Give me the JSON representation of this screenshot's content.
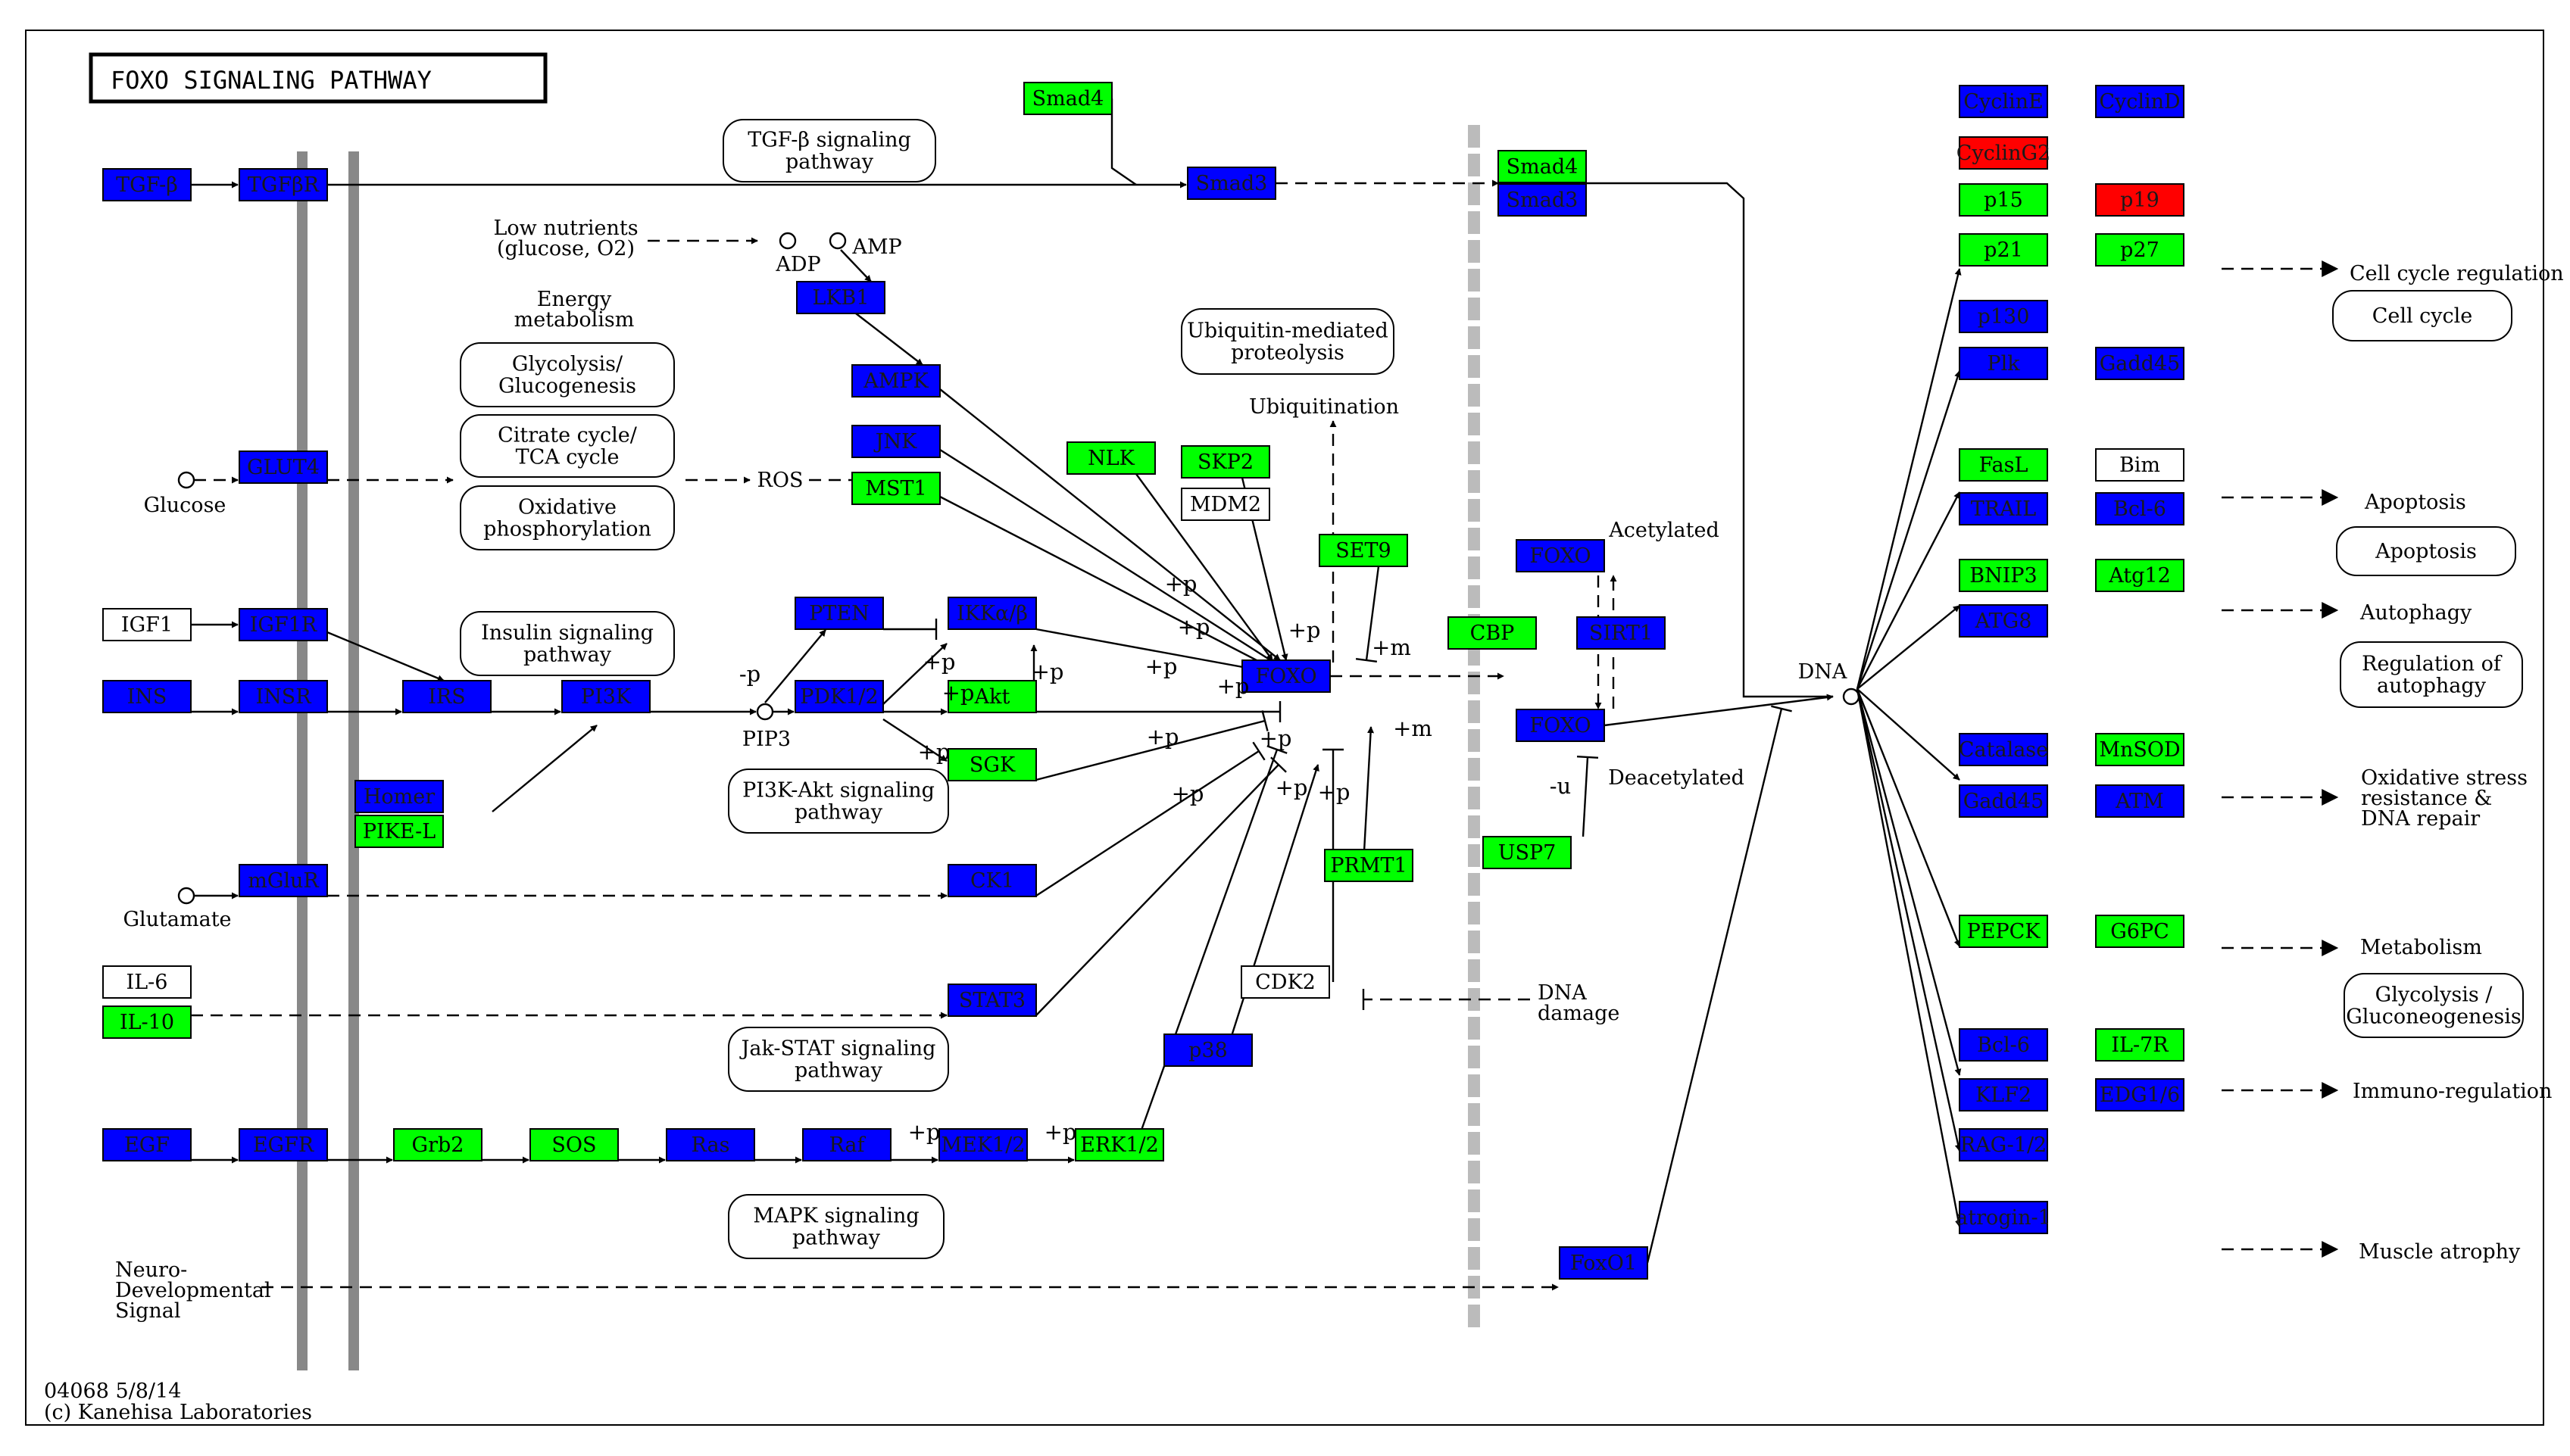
{
  "title": "FOXO SIGNALING PATHWAY",
  "footer": {
    "code": "04068 5/8/14",
    "copyright": "(c) Kanehisa Laboratories"
  },
  "colors": {
    "blue": "#0000ff",
    "green": "#00ff00",
    "red": "#ff0000",
    "white": "#ffffff",
    "membrane": "#888888",
    "nucmembrane": "#bbbbbb"
  },
  "nodes": [
    {
      "id": "tgfb",
      "label": "TGF-β",
      "color": "blue"
    },
    {
      "id": "tgfbr",
      "label": "TGFβR",
      "color": "blue"
    },
    {
      "id": "smad4a",
      "label": "Smad4",
      "color": "green"
    },
    {
      "id": "smad3a",
      "label": "Smad3",
      "color": "blue"
    },
    {
      "id": "smad4b",
      "label": "Smad4",
      "color": "green"
    },
    {
      "id": "smad3b",
      "label": "Smad3",
      "color": "blue"
    },
    {
      "id": "lkb1",
      "label": "LKB1",
      "color": "blue"
    },
    {
      "id": "ampk",
      "label": "AMPK",
      "color": "blue"
    },
    {
      "id": "jnk",
      "label": "JNK",
      "color": "blue"
    },
    {
      "id": "mst1",
      "label": "MST1",
      "color": "green"
    },
    {
      "id": "nlk",
      "label": "NLK",
      "color": "green"
    },
    {
      "id": "skp2",
      "label": "SKP2",
      "color": "green"
    },
    {
      "id": "mdm2",
      "label": "MDM2",
      "color": "white"
    },
    {
      "id": "set9",
      "label": "SET9",
      "color": "green"
    },
    {
      "id": "glut4",
      "label": "GLUT4",
      "color": "blue"
    },
    {
      "id": "igf1",
      "label": "IGF1",
      "color": "white"
    },
    {
      "id": "igf1r",
      "label": "IGF1R",
      "color": "blue"
    },
    {
      "id": "ins",
      "label": "INS",
      "color": "blue"
    },
    {
      "id": "insr",
      "label": "INSR",
      "color": "blue"
    },
    {
      "id": "irs",
      "label": "IRS",
      "color": "blue"
    },
    {
      "id": "pi3k",
      "label": "PI3K",
      "color": "blue"
    },
    {
      "id": "pten",
      "label": "PTEN",
      "color": "blue"
    },
    {
      "id": "pdk12",
      "label": "PDK1/2",
      "color": "blue"
    },
    {
      "id": "ikk",
      "label": "IKKα/β",
      "color": "blue"
    },
    {
      "id": "akt",
      "label": "Akt",
      "color": "green"
    },
    {
      "id": "sgk",
      "label": "SGK",
      "color": "green"
    },
    {
      "id": "foxo_main",
      "label": "FOXO",
      "color": "blue"
    },
    {
      "id": "homer",
      "label": "Homer",
      "color": "blue"
    },
    {
      "id": "pikel",
      "label": "PIKE-L",
      "color": "green"
    },
    {
      "id": "mglur",
      "label": "mGluR",
      "color": "blue"
    },
    {
      "id": "ck1",
      "label": "CK1",
      "color": "blue"
    },
    {
      "id": "il6",
      "label": "IL-6",
      "color": "white"
    },
    {
      "id": "il10",
      "label": "IL-10",
      "color": "green"
    },
    {
      "id": "stat3",
      "label": "STAT3",
      "color": "blue"
    },
    {
      "id": "p38",
      "label": "p38",
      "color": "blue"
    },
    {
      "id": "prmt1",
      "label": "PRMT1",
      "color": "green"
    },
    {
      "id": "cdk2",
      "label": "CDK2",
      "color": "white"
    },
    {
      "id": "egf",
      "label": "EGF",
      "color": "blue"
    },
    {
      "id": "egfr",
      "label": "EGFR",
      "color": "blue"
    },
    {
      "id": "grb2",
      "label": "Grb2",
      "color": "green"
    },
    {
      "id": "sos",
      "label": "SOS",
      "color": "green"
    },
    {
      "id": "ras",
      "label": "Ras",
      "color": "blue"
    },
    {
      "id": "raf",
      "label": "Raf",
      "color": "blue"
    },
    {
      "id": "mek12",
      "label": "MEK1/2",
      "color": "blue"
    },
    {
      "id": "erk12",
      "label": "ERK1/2",
      "color": "green"
    },
    {
      "id": "foxo_ac",
      "label": "FOXO",
      "color": "blue"
    },
    {
      "id": "cbp",
      "label": "CBP",
      "color": "green"
    },
    {
      "id": "sirt1",
      "label": "SIRT1",
      "color": "blue"
    },
    {
      "id": "foxo_de",
      "label": "FOXO",
      "color": "blue"
    },
    {
      "id": "usp7",
      "label": "USP7",
      "color": "green"
    },
    {
      "id": "foxo1",
      "label": "FoxO1",
      "color": "blue"
    },
    {
      "id": "cyclind",
      "label": "CyclinD",
      "color": "blue"
    },
    {
      "id": "cycline",
      "label": "CyclinE",
      "color": "blue"
    },
    {
      "id": "cyclling2",
      "label": "CyclinG2",
      "color": "red"
    },
    {
      "id": "p15",
      "label": "p15",
      "color": "green"
    },
    {
      "id": "p19",
      "label": "p19",
      "color": "red"
    },
    {
      "id": "p21",
      "label": "p21",
      "color": "green"
    },
    {
      "id": "p27",
      "label": "p27",
      "color": "green"
    },
    {
      "id": "p130",
      "label": "p130",
      "color": "blue"
    },
    {
      "id": "plk",
      "label": "Plk",
      "color": "blue"
    },
    {
      "id": "gadd45a",
      "label": "Gadd45",
      "color": "blue"
    },
    {
      "id": "fasl",
      "label": "FasL",
      "color": "green"
    },
    {
      "id": "bim",
      "label": "Bim",
      "color": "white"
    },
    {
      "id": "trail",
      "label": "TRAIL",
      "color": "blue"
    },
    {
      "id": "bcl6a",
      "label": "Bcl-6",
      "color": "blue"
    },
    {
      "id": "bnip3",
      "label": "BNIP3",
      "color": "green"
    },
    {
      "id": "atg12",
      "label": "Atg12",
      "color": "green"
    },
    {
      "id": "atg8",
      "label": "ATG8",
      "color": "blue"
    },
    {
      "id": "catalase",
      "label": "Catalase",
      "color": "blue"
    },
    {
      "id": "mnsod",
      "label": "MnSOD",
      "color": "green"
    },
    {
      "id": "gadd45b",
      "label": "Gadd45",
      "color": "blue"
    },
    {
      "id": "atm",
      "label": "ATM",
      "color": "blue"
    },
    {
      "id": "pepck",
      "label": "PEPCK",
      "color": "green"
    },
    {
      "id": "g6pc",
      "label": "G6PC",
      "color": "green"
    },
    {
      "id": "bcl6b",
      "label": "Bcl-6",
      "color": "blue"
    },
    {
      "id": "il7r",
      "label": "IL-7R",
      "color": "green"
    },
    {
      "id": "klf2",
      "label": "KLF2",
      "color": "blue"
    },
    {
      "id": "edg1",
      "label": "EDG1/6",
      "color": "blue"
    },
    {
      "id": "rag",
      "label": "RAG-1/2",
      "color": "blue"
    },
    {
      "id": "atrogin",
      "label": "atrogin-1",
      "color": "blue"
    }
  ],
  "maps": [
    {
      "id": "map_tgfb",
      "text": [
        "TGF-β signaling",
        "pathway"
      ]
    },
    {
      "id": "map_glyco",
      "text": [
        "Glycolysis/",
        "Glucogenesis"
      ]
    },
    {
      "id": "map_tca",
      "text": [
        "Citrate cycle/",
        "TCA cycle"
      ]
    },
    {
      "id": "map_oxphos",
      "text": [
        "Oxidative",
        "phosphorylation"
      ]
    },
    {
      "id": "map_insulin",
      "text": [
        "Insulin signaling",
        "pathway"
      ]
    },
    {
      "id": "map_ubiq",
      "text": [
        "Ubiquitin-mediated",
        "proteolysis"
      ]
    },
    {
      "id": "map_pi3k",
      "text": [
        "PI3K-Akt signaling",
        "pathway"
      ]
    },
    {
      "id": "map_jak",
      "text": [
        "Jak-STAT signaling",
        "pathway"
      ]
    },
    {
      "id": "map_mapk",
      "text": [
        "MAPK signaling",
        "pathway"
      ]
    },
    {
      "id": "map_cellcycle",
      "text": [
        "Cell cycle"
      ]
    },
    {
      "id": "map_apoptosis",
      "text": [
        "Apoptosis"
      ]
    },
    {
      "id": "map_autophagy",
      "text": [
        "Regulation of",
        "autophagy"
      ]
    },
    {
      "id": "map_glyco2",
      "text": [
        "Glycolysis /",
        "Gluconeogenesis"
      ]
    }
  ],
  "labels": [
    {
      "id": "l_lownut",
      "text": [
        "Low nutrients",
        "(glucose, O2)"
      ]
    },
    {
      "id": "l_adp",
      "text": [
        "ADP"
      ]
    },
    {
      "id": "l_amp",
      "text": [
        "AMP"
      ]
    },
    {
      "id": "l_energy",
      "text": [
        "Energy",
        "metabolism"
      ]
    },
    {
      "id": "l_glucose",
      "text": [
        "Glucose"
      ]
    },
    {
      "id": "l_ros",
      "text": [
        "ROS"
      ]
    },
    {
      "id": "l_pip3",
      "text": [
        "PIP3"
      ]
    },
    {
      "id": "l_glutamate",
      "text": [
        "Glutamate"
      ]
    },
    {
      "id": "l_neuro",
      "text": [
        "Neuro-",
        "Developmental",
        "Signal"
      ]
    },
    {
      "id": "l_ubiquitination",
      "text": [
        "Ubiquitination"
      ]
    },
    {
      "id": "l_acetylated",
      "text": [
        "Acetylated"
      ]
    },
    {
      "id": "l_deacetylated",
      "text": [
        "Deacetylated"
      ]
    },
    {
      "id": "l_dna_damage",
      "text": [
        "DNA",
        "damage"
      ]
    },
    {
      "id": "l_dna",
      "text": [
        "DNA"
      ]
    },
    {
      "id": "l_cellcyclereg",
      "text": [
        "Cell cycle regulation"
      ]
    },
    {
      "id": "l_apoptosis",
      "text": [
        "Apoptosis"
      ]
    },
    {
      "id": "l_autophagy",
      "text": [
        "Autophagy"
      ]
    },
    {
      "id": "l_oxstress",
      "text": [
        "Oxidative stress",
        "resistance &",
        "DNA repair"
      ]
    },
    {
      "id": "l_metabolism",
      "text": [
        "Metabolism"
      ]
    },
    {
      "id": "l_immuno",
      "text": [
        "Immuno-regulation"
      ]
    },
    {
      "id": "l_muscle",
      "text": [
        "Muscle atrophy"
      ]
    }
  ],
  "mods": {
    "p": "+p",
    "mp": "-p",
    "m": "+m",
    "u": "-u"
  }
}
